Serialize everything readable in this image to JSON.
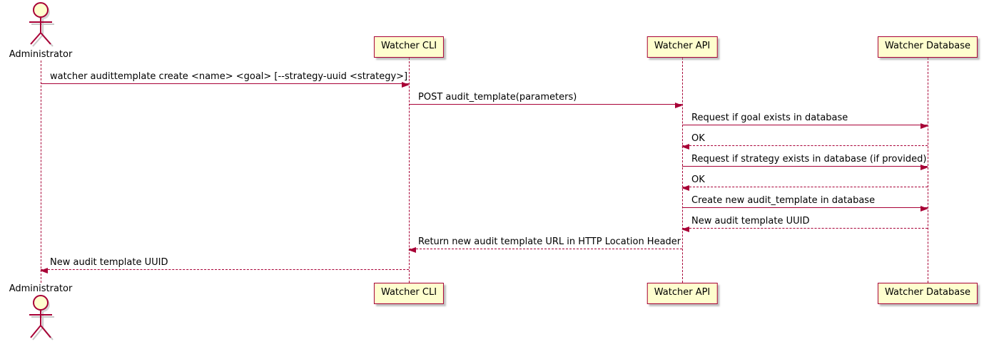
{
  "diagram_type": "uml-sequence",
  "colors": {
    "accent": "#A80036",
    "participant_fill": "#FEFECE",
    "text": "#000000"
  },
  "participants": [
    {
      "label": "Administrator",
      "kind": "actor"
    },
    {
      "label": "Watcher CLI",
      "kind": "participant"
    },
    {
      "label": "Watcher API",
      "kind": "participant"
    },
    {
      "label": "Watcher Database",
      "kind": "participant"
    }
  ],
  "messages": [
    {
      "from": "Administrator",
      "to": "Watcher CLI",
      "text": "watcher audittemplate create <name> <goal> [--strategy-uuid <strategy>]",
      "line": "solid",
      "direction": "right"
    },
    {
      "from": "Watcher CLI",
      "to": "Watcher API",
      "text": "POST audit_template(parameters)",
      "line": "solid",
      "direction": "right"
    },
    {
      "from": "Watcher API",
      "to": "Watcher Database",
      "text": "Request if goal exists in database",
      "line": "solid",
      "direction": "right"
    },
    {
      "from": "Watcher Database",
      "to": "Watcher API",
      "text": "OK",
      "line": "dashed",
      "direction": "left"
    },
    {
      "from": "Watcher API",
      "to": "Watcher Database",
      "text": "Request if strategy exists in database (if provided)",
      "line": "solid",
      "direction": "right"
    },
    {
      "from": "Watcher Database",
      "to": "Watcher API",
      "text": "OK",
      "line": "dashed",
      "direction": "left"
    },
    {
      "from": "Watcher API",
      "to": "Watcher Database",
      "text": "Create new audit_template in database",
      "line": "solid",
      "direction": "right"
    },
    {
      "from": "Watcher Database",
      "to": "Watcher API",
      "text": "New audit template UUID",
      "line": "dashed",
      "direction": "left"
    },
    {
      "from": "Watcher API",
      "to": "Watcher CLI",
      "text": "Return new audit template URL in HTTP Location Header",
      "line": "dashed",
      "direction": "left"
    },
    {
      "from": "Watcher CLI",
      "to": "Administrator",
      "text": "New audit template UUID",
      "line": "dashed",
      "direction": "left"
    }
  ]
}
